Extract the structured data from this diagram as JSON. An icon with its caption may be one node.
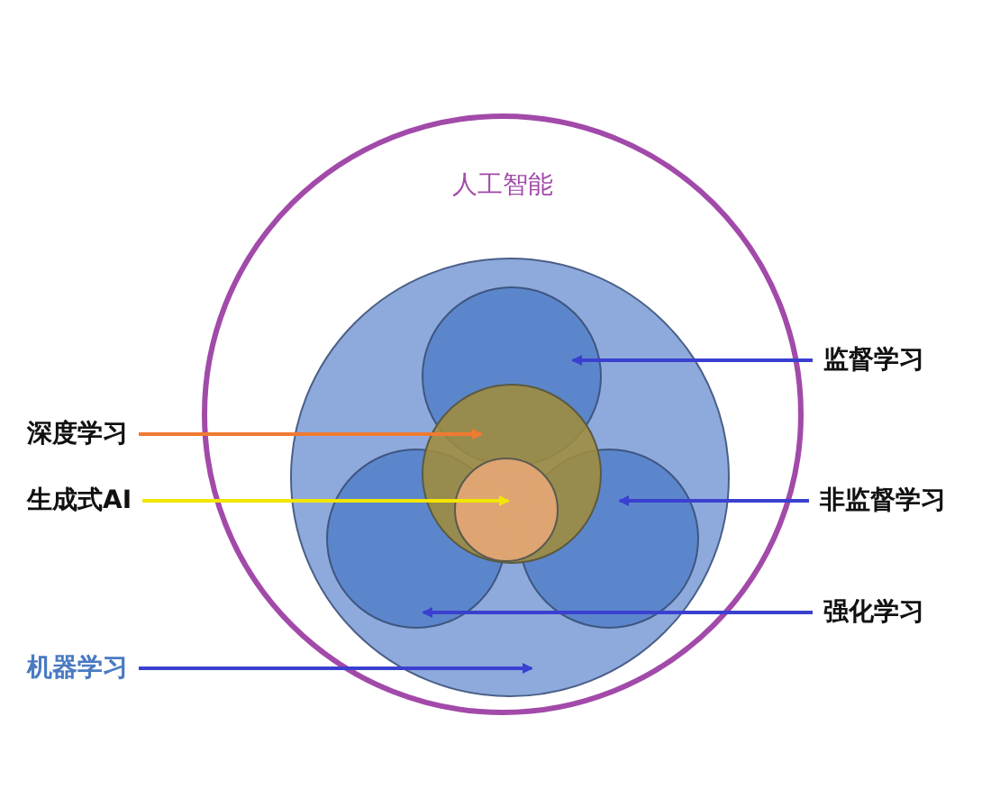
{
  "diagram": {
    "nodes": [
      {
        "text": [
          "人工智能"
        ]
      },
      {
        "text": [],
        "shape": "circle",
        "in": 0
      },
      {
        "text": [],
        "shape": "circle",
        "in": 1
      },
      {
        "text": [],
        "shape": "circle",
        "in": 1
      },
      {
        "text": [],
        "shape": "circle",
        "in": 1
      },
      {
        "text": [],
        "shape": "circle",
        "in": 1
      },
      {
        "text": [],
        "shape": "circle",
        "in": 5
      },
      {
        "text": [
          "深度学习"
        ]
      },
      {
        "text": [
          "生成式AI"
        ]
      },
      {
        "text": [
          "机器学习"
        ]
      },
      {
        "text": [
          "监督学习"
        ]
      },
      {
        "text": [
          "非监督学习"
        ]
      },
      {
        "text": [
          "强化学习"
        ]
      }
    ],
    "edges": [
      {
        "from": 7,
        "to": 5,
        "arrow": "to",
        "color": "#f07a30"
      },
      {
        "from": 8,
        "to": 6,
        "arrow": "to",
        "color": "#f2e600"
      },
      {
        "from": 9,
        "to": 1,
        "arrow": "to"
      },
      {
        "from": 10,
        "to": 2,
        "arrow": "to"
      },
      {
        "from": 11,
        "to": 3,
        "arrow": "to"
      },
      {
        "from": 12,
        "to": 4,
        "arrow": "to"
      }
    ]
  }
}
